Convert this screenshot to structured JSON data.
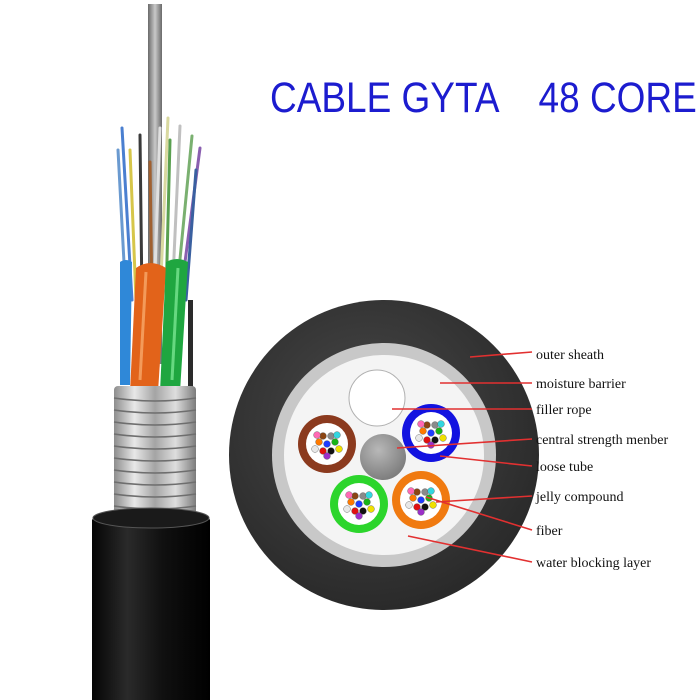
{
  "title": "CABLE GYTA    48 CORE",
  "labels": [
    "outer sheath",
    "moisture barrier",
    "filler rope",
    "central strength menber",
    "loose tube",
    "jelly compound",
    "fiber",
    "water blocking layer"
  ],
  "colors": {
    "title": "#1c1ccf",
    "leader": "#e23030",
    "outer_sheath": "#3a3a3a",
    "moisture_barrier": "#c8c8c8",
    "loose_tube_brown": "#8b3a1e",
    "loose_tube_blue": "#1212e0",
    "loose_tube_green": "#2cd52c",
    "loose_tube_orange": "#f07a10",
    "central_member": "#9a9a9a"
  }
}
